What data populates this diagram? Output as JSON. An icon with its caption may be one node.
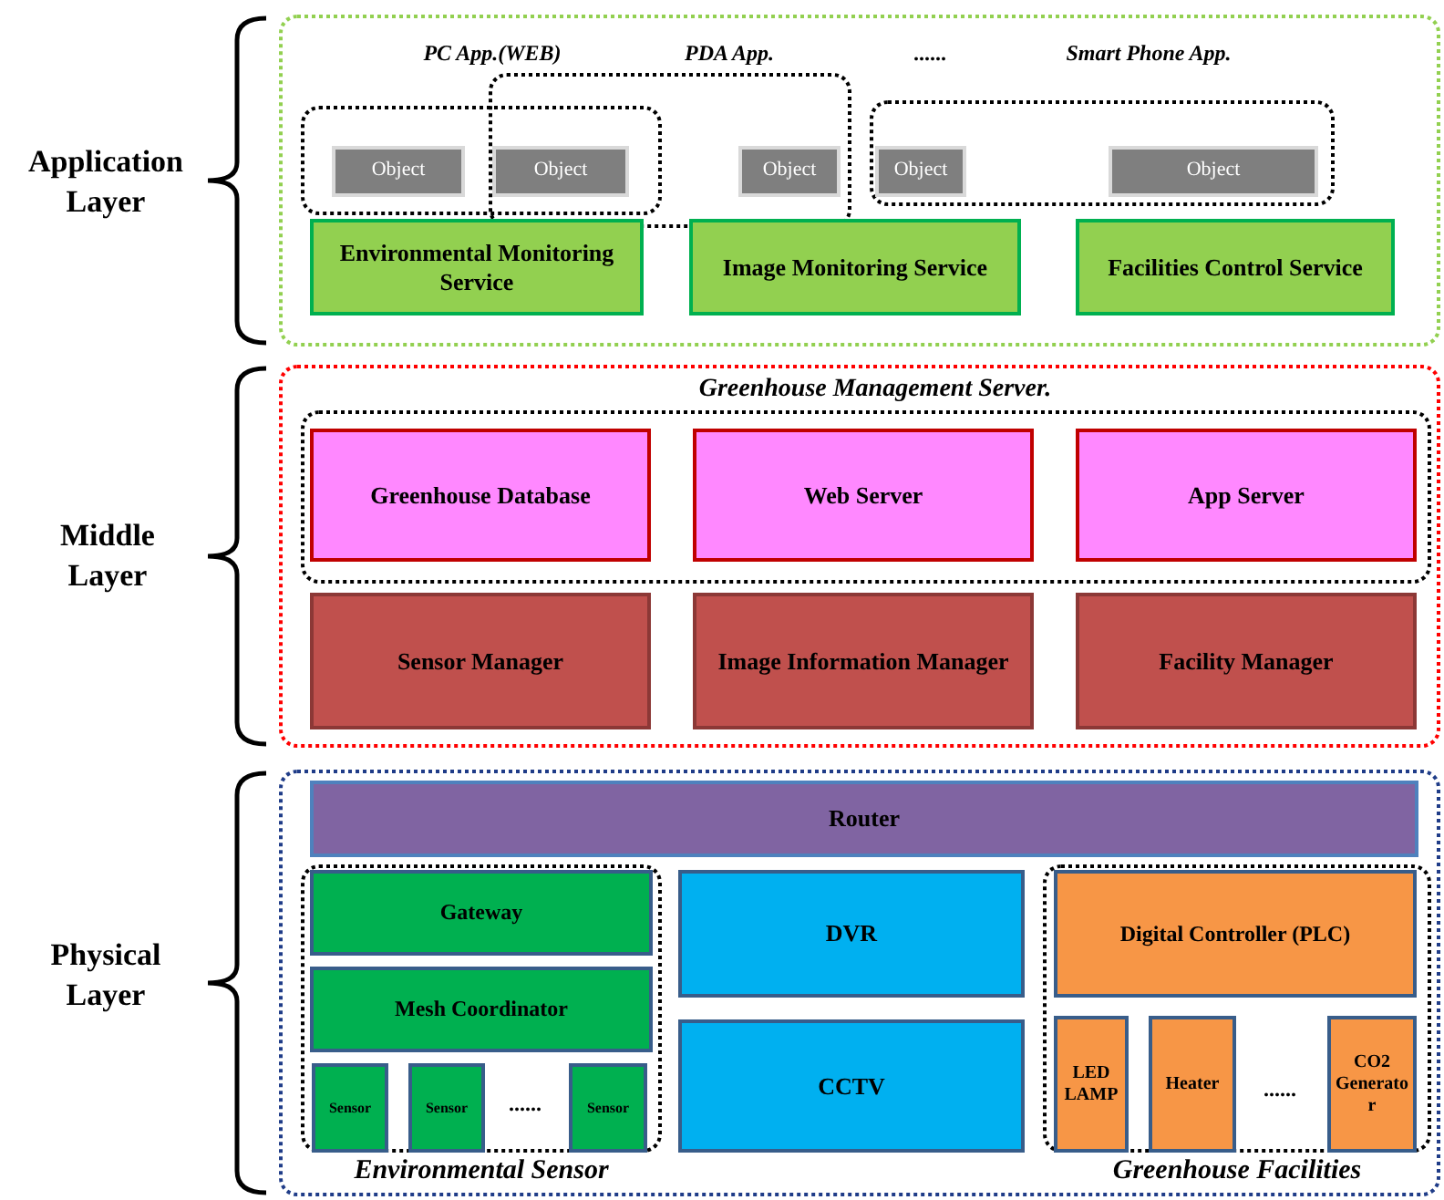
{
  "diagram": {
    "nodes": [
      {
        "text": [
          "Application Layer"
        ]
      },
      {
        "text": [
          "PC App.(WEB)"
        ],
        "in": 0
      },
      {
        "text": [
          "PDA App."
        ],
        "in": 0
      },
      {
        "text": [
          "Smart Phone App."
        ],
        "in": 0
      },
      {
        "text": [
          "Object"
        ],
        "in": 1
      },
      {
        "text": [
          "Object"
        ]
      },
      {
        "text": [
          "Object"
        ],
        "in": 2
      },
      {
        "text": [
          "Object"
        ],
        "in": 3
      },
      {
        "text": [
          "Object"
        ],
        "in": 3
      },
      {
        "text": [
          "Environmental Monitoring Service"
        ],
        "in": 0
      },
      {
        "text": [
          "Image Monitoring Service"
        ],
        "in": 0
      },
      {
        "text": [
          "Facilities Control Service"
        ],
        "in": 0
      },
      {
        "text": [
          "Middle Layer"
        ]
      },
      {
        "text": [
          "Greenhouse Management Server."
        ],
        "in": 12
      },
      {
        "text": [
          "Greenhouse Database"
        ],
        "in": 13
      },
      {
        "text": [
          "Web Server"
        ],
        "in": 13
      },
      {
        "text": [
          "App Server"
        ],
        "in": 13
      },
      {
        "text": [
          "Sensor Manager"
        ],
        "in": 12
      },
      {
        "text": [
          "Image Information Manager"
        ],
        "in": 12
      },
      {
        "text": [
          "Facility Manager"
        ],
        "in": 12
      },
      {
        "text": [
          "Physical Layer"
        ]
      },
      {
        "text": [
          "Router"
        ],
        "in": 20
      },
      {
        "text": [
          "Environmental Sensor"
        ],
        "in": 20
      },
      {
        "text": [
          "Gateway"
        ],
        "in": 22
      },
      {
        "text": [
          "Mesh Coordinator"
        ],
        "in": 22
      },
      {
        "text": [
          "Sensor"
        ],
        "in": 22
      },
      {
        "text": [
          "Sensor"
        ],
        "in": 22
      },
      {
        "text": [
          "Sensor"
        ],
        "in": 22
      },
      {
        "text": [
          "DVR"
        ],
        "in": 20
      },
      {
        "text": [
          "CCTV"
        ],
        "in": 20
      },
      {
        "text": [
          "Greenhouse Facilities"
        ],
        "in": 20
      },
      {
        "text": [
          "Digital Controller (PLC)"
        ],
        "in": 30
      },
      {
        "text": [
          "LED LAMP"
        ],
        "in": 30
      },
      {
        "text": [
          "Heater"
        ],
        "in": 30
      },
      {
        "text": [
          "CO2 Generator"
        ],
        "in": 30
      }
    ],
    "labels": [
      "......",
      "......",
      "......"
    ]
  }
}
